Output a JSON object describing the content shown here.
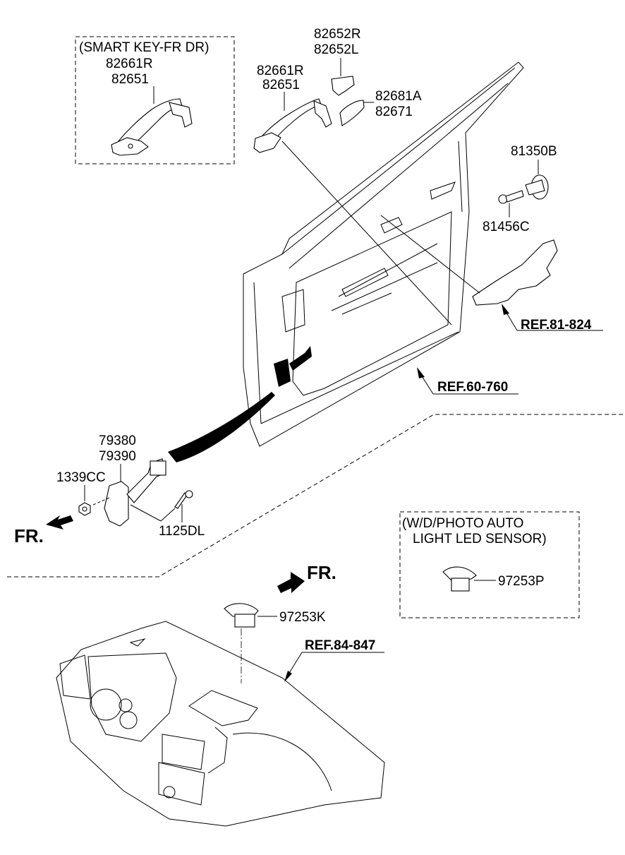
{
  "diagram": {
    "type": "exploded-parts-diagram",
    "subject": "Front door handle, door checker and auto light sensor"
  },
  "boxes": {
    "smart_key": {
      "caption": "(SMART KEY-FR DR)",
      "parts": [
        "82661R",
        "82651"
      ]
    },
    "photo_sensor": {
      "caption_line1": "(W/D/PHOTO  AUTO",
      "caption_line2": "LIGHT  LED SENSOR)",
      "parts": [
        "97253P"
      ]
    }
  },
  "labels": {
    "handle_main": [
      "82661R",
      "82651"
    ],
    "handle_cover": [
      "82652R",
      "82652L"
    ],
    "escutcheon": [
      "82681A",
      "82671"
    ],
    "clip": "81350B",
    "screw": "81456C",
    "checker": [
      "79380",
      "79390"
    ],
    "nut": "1339CC",
    "bolt": "1125DL",
    "sensor": "97253K"
  },
  "references": {
    "latch": "REF.81-824",
    "door_panel": "REF.60-760",
    "crash_pad": "REF.84-847"
  },
  "direction": {
    "front_label_left": "FR.",
    "front_label_right": "FR."
  }
}
